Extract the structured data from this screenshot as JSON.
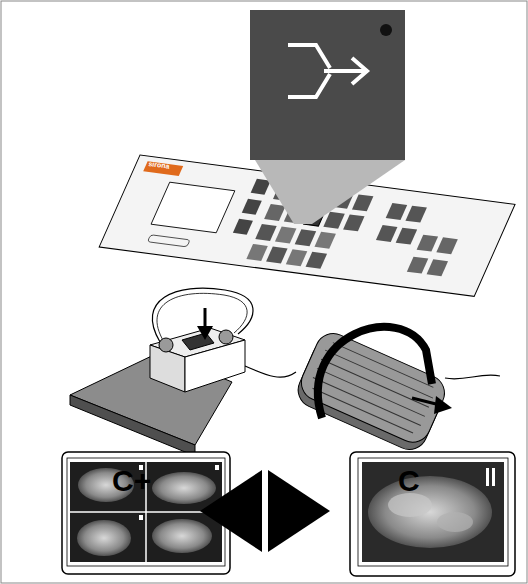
{
  "diagram": {
    "labels": [
      "sirona",
      "C+",
      "C"
    ]
  }
}
